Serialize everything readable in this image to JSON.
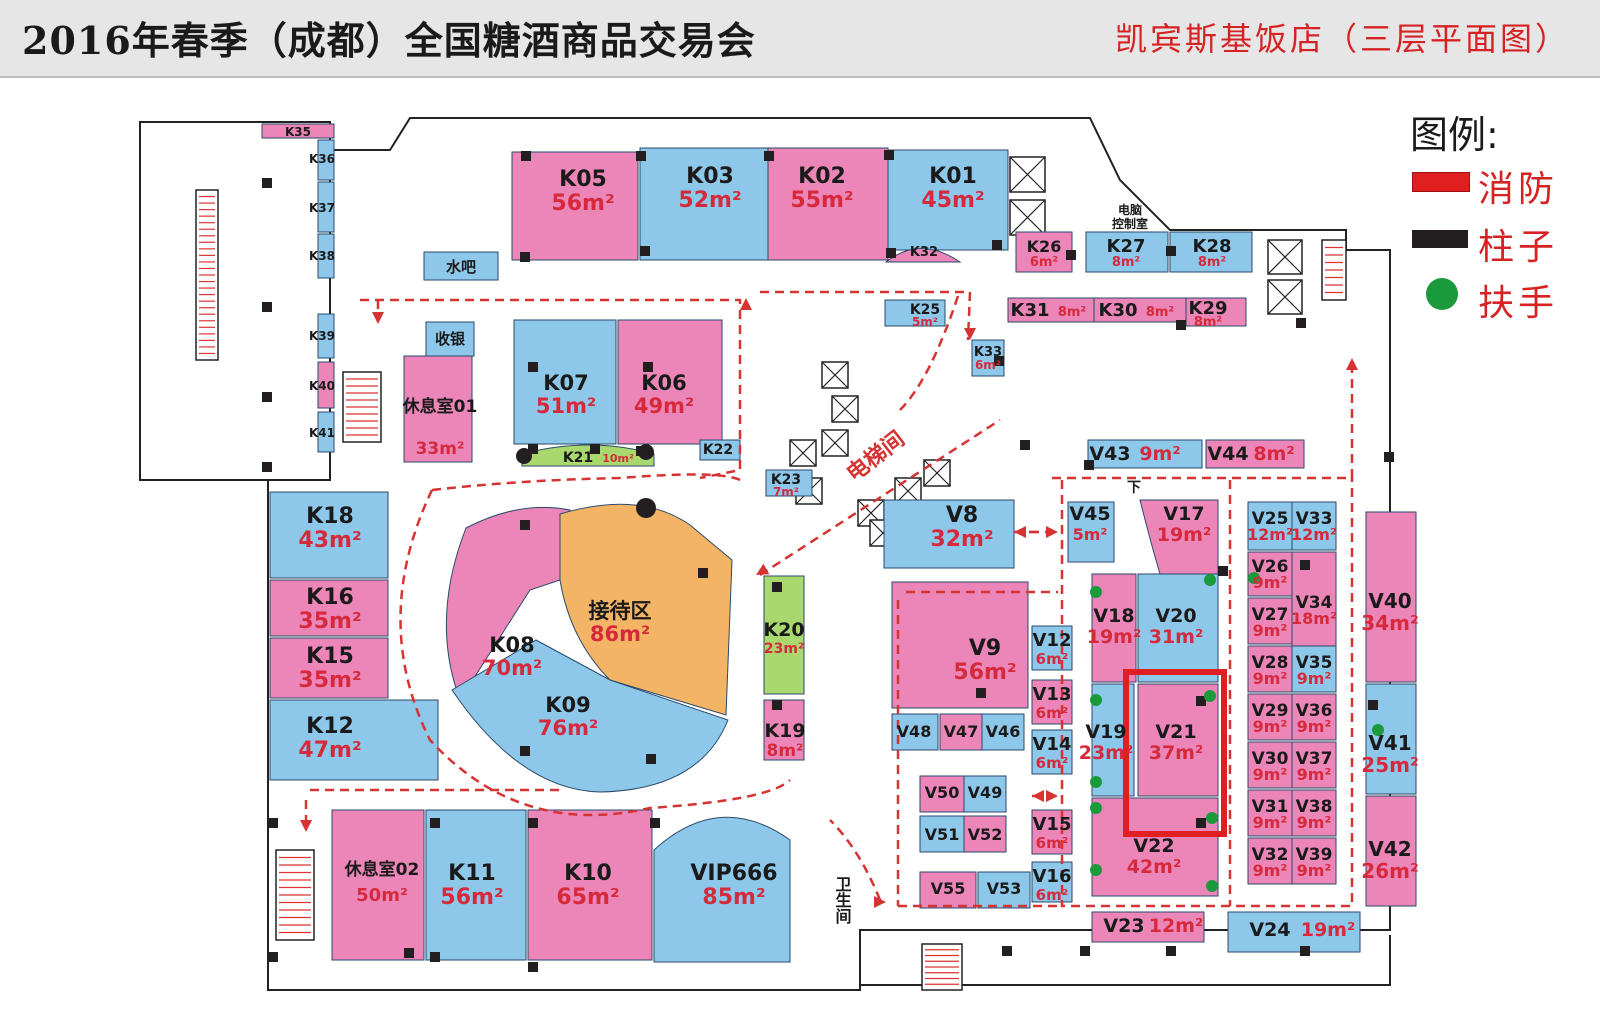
{
  "header": {
    "title": "2016年春季（成都）全国糖酒商品交易会",
    "venue": "凯宾斯基饭店（三层平面图）"
  },
  "legend": {
    "title": "图例:",
    "items": [
      {
        "key": "fire",
        "label": "消防",
        "color": "#e02020"
      },
      {
        "key": "pillar",
        "label": "柱子",
        "color": "#231f20"
      },
      {
        "key": "handrail",
        "label": "扶手",
        "color": "#1a9a3a"
      }
    ]
  },
  "colors": {
    "pink": "#ec86b9",
    "blue": "#8dc8ea",
    "orange": "#f4b466",
    "green": "#a9d86e",
    "arrow": "#d63333",
    "area_text": "#d62a3c",
    "wall": "#222222"
  },
  "labels": {
    "elevator": "电梯间",
    "water_bar": "水吧",
    "cashier": "收银",
    "computer_room_1": "电脑",
    "computer_room_2": "控制室",
    "toilet": "卫生间",
    "down": "下"
  },
  "rooms": [
    {
      "id": "K35",
      "area": ""
    },
    {
      "id": "K36",
      "area": ""
    },
    {
      "id": "K37",
      "area": ""
    },
    {
      "id": "K38",
      "area": ""
    },
    {
      "id": "K39",
      "area": ""
    },
    {
      "id": "K40",
      "area": ""
    },
    {
      "id": "K41",
      "area": ""
    },
    {
      "id": "K05",
      "area": "56m²"
    },
    {
      "id": "K03",
      "area": "52m²"
    },
    {
      "id": "K02",
      "area": "55m²"
    },
    {
      "id": "K01",
      "area": "45m²"
    },
    {
      "id": "K32",
      "area": ""
    },
    {
      "id": "K26",
      "area": "6m²"
    },
    {
      "id": "K27",
      "area": "8m²"
    },
    {
      "id": "K28",
      "area": "8m²"
    },
    {
      "id": "K31",
      "area": "8m²"
    },
    {
      "id": "K30",
      "area": "8m²"
    },
    {
      "id": "K29",
      "area": "8m²"
    },
    {
      "id": "K25",
      "area": "5m²"
    },
    {
      "id": "K33",
      "area": "6m²"
    },
    {
      "id": "休息室01",
      "area": "33m²"
    },
    {
      "id": "K07",
      "area": "51m²"
    },
    {
      "id": "K06",
      "area": "49m²"
    },
    {
      "id": "K21",
      "area": "10m²"
    },
    {
      "id": "K22",
      "area": ""
    },
    {
      "id": "K23",
      "area": "7m²"
    },
    {
      "id": "K18",
      "area": "43m²"
    },
    {
      "id": "K16",
      "area": "35m²"
    },
    {
      "id": "K15",
      "area": "35m²"
    },
    {
      "id": "K12",
      "area": "47m²"
    },
    {
      "id": "K08",
      "area": "70m²"
    },
    {
      "id": "接待区",
      "area": "86m²"
    },
    {
      "id": "K09",
      "area": "76m²"
    },
    {
      "id": "K20",
      "area": "23m²"
    },
    {
      "id": "K19",
      "area": "8m²"
    },
    {
      "id": "V8",
      "area": "32m²"
    },
    {
      "id": "V9",
      "area": "56m²"
    },
    {
      "id": "V12",
      "area": "6m²"
    },
    {
      "id": "V13",
      "area": "6m²"
    },
    {
      "id": "V14",
      "area": "6m²"
    },
    {
      "id": "V15",
      "area": "6m²"
    },
    {
      "id": "V16",
      "area": "6m²"
    },
    {
      "id": "V48",
      "area": ""
    },
    {
      "id": "V47",
      "area": ""
    },
    {
      "id": "V46",
      "area": ""
    },
    {
      "id": "V50",
      "area": ""
    },
    {
      "id": "V49",
      "area": ""
    },
    {
      "id": "V51",
      "area": ""
    },
    {
      "id": "V52",
      "area": ""
    },
    {
      "id": "V55",
      "area": ""
    },
    {
      "id": "V53",
      "area": ""
    },
    {
      "id": "V43",
      "area": "9m²"
    },
    {
      "id": "V44",
      "area": "8m²"
    },
    {
      "id": "V45",
      "area": "5m²"
    },
    {
      "id": "V17",
      "area": "19m²"
    },
    {
      "id": "V18",
      "area": "19m²"
    },
    {
      "id": "V20",
      "area": "31m²"
    },
    {
      "id": "V19",
      "area": "23m²"
    },
    {
      "id": "V21",
      "area": "37m²"
    },
    {
      "id": "V22",
      "area": "42m²"
    },
    {
      "id": "V23",
      "area": "12m²"
    },
    {
      "id": "V24",
      "area": "19m²"
    },
    {
      "id": "V25",
      "area": "12m²"
    },
    {
      "id": "V33",
      "area": "12m²"
    },
    {
      "id": "V26",
      "area": "9m²"
    },
    {
      "id": "V34",
      "area": "18m²"
    },
    {
      "id": "V27",
      "area": "9m²"
    },
    {
      "id": "V28",
      "area": "9m²"
    },
    {
      "id": "V35",
      "area": "9m²"
    },
    {
      "id": "V29",
      "area": "9m²"
    },
    {
      "id": "V36",
      "area": "9m²"
    },
    {
      "id": "V30",
      "area": "9m²"
    },
    {
      "id": "V37",
      "area": "9m²"
    },
    {
      "id": "V31",
      "area": "9m²"
    },
    {
      "id": "V38",
      "area": "9m²"
    },
    {
      "id": "V32",
      "area": "9m²"
    },
    {
      "id": "V39",
      "area": "9m²"
    },
    {
      "id": "V40",
      "area": "34m²"
    },
    {
      "id": "V41",
      "area": "25m²"
    },
    {
      "id": "V42",
      "area": "26m²"
    },
    {
      "id": "休息室02",
      "area": "50m²"
    },
    {
      "id": "K11",
      "area": "56m²"
    },
    {
      "id": "K10",
      "area": "65m²"
    },
    {
      "id": "VIP666",
      "area": "85m²"
    }
  ]
}
